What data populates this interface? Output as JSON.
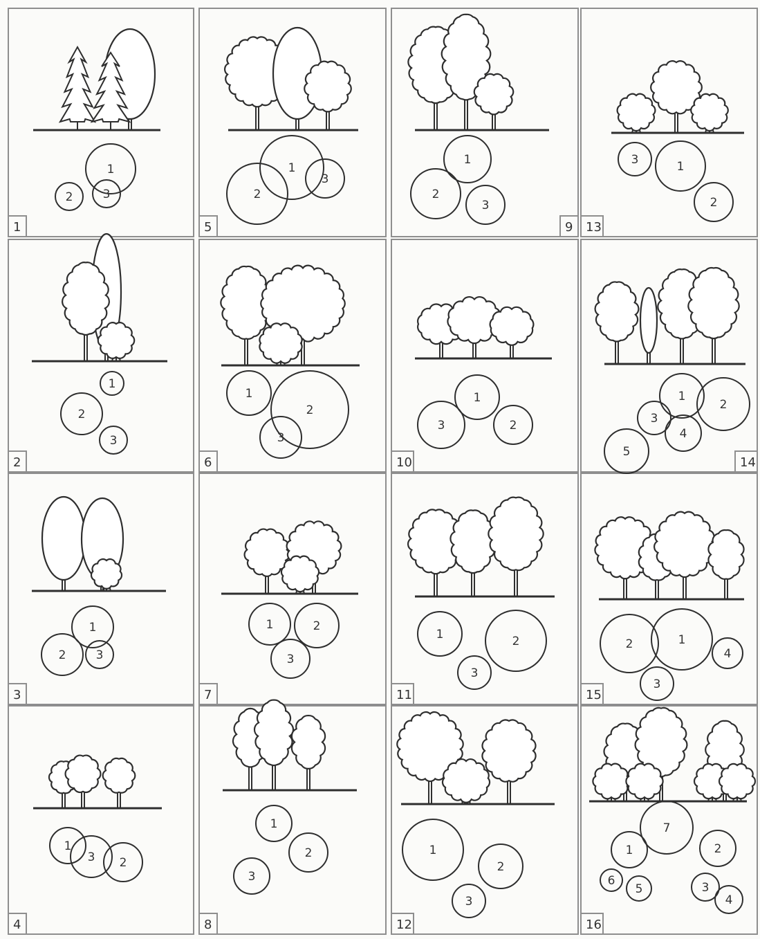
{
  "page": {
    "background": "#fbfbf9",
    "line_color": "#2e2e2e",
    "frame_color": "#8e8e8e"
  },
  "panels": [
    {
      "label": "1",
      "circles": [
        "1",
        "2",
        "3"
      ]
    },
    {
      "label": "2",
      "circles": [
        "1",
        "2",
        "3"
      ]
    },
    {
      "label": "3",
      "circles": [
        "1",
        "2",
        "3"
      ]
    },
    {
      "label": "4",
      "circles": [
        "1",
        "3",
        "2"
      ]
    },
    {
      "label": "5",
      "circles": [
        "1",
        "2",
        "3"
      ]
    },
    {
      "label": "6",
      "circles": [
        "1",
        "2",
        "3"
      ]
    },
    {
      "label": "7",
      "circles": [
        "1",
        "2",
        "3"
      ]
    },
    {
      "label": "8",
      "circles": [
        "1",
        "2",
        "3"
      ]
    },
    {
      "label": "9",
      "circles": [
        "1",
        "2",
        "3"
      ]
    },
    {
      "label": "10",
      "circles": [
        "1",
        "3",
        "2"
      ]
    },
    {
      "label": "11",
      "circles": [
        "1",
        "2",
        "3"
      ]
    },
    {
      "label": "12",
      "circles": [
        "1",
        "2",
        "3"
      ]
    },
    {
      "label": "13",
      "circles": [
        "3",
        "1",
        "2"
      ]
    },
    {
      "label": "14",
      "circles": [
        "1",
        "2",
        "3",
        "4",
        "5"
      ]
    },
    {
      "label": "15",
      "circles": [
        "2",
        "1",
        "4",
        "3"
      ]
    },
    {
      "label": "16",
      "circles": [
        "7",
        "1",
        "2",
        "6",
        "5",
        "3",
        "4"
      ]
    }
  ]
}
